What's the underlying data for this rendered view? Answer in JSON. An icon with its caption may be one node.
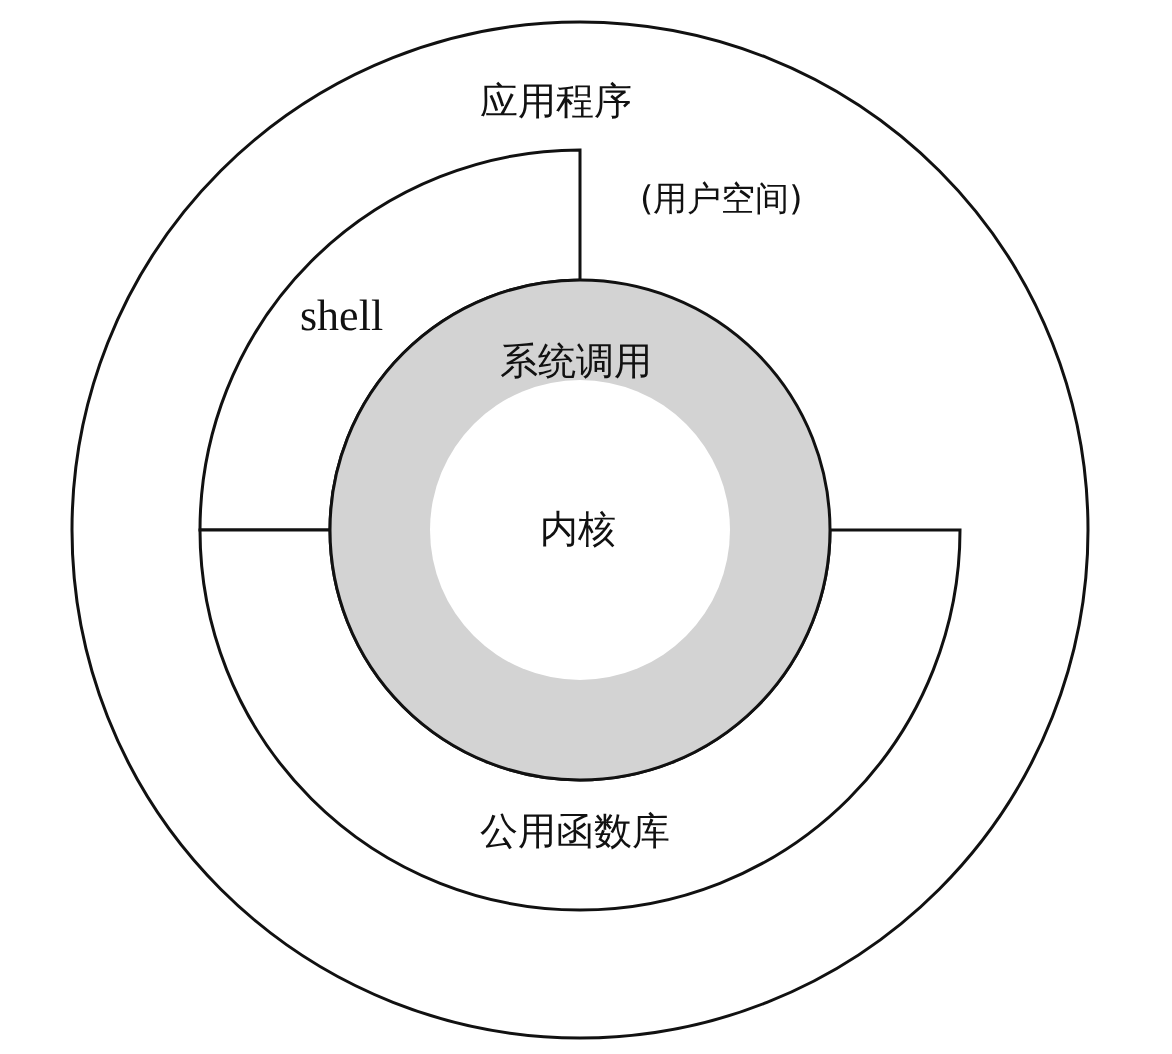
{
  "diagram": {
    "nodes": [
      {
        "text": [
          "应用程序",
          "(用户空间)"
        ]
      },
      {
        "text": [
          "shell"
        ],
        "in": 0
      },
      {
        "text": [
          "公用函数库"
        ],
        "in": 0
      },
      {
        "text": [
          "系统调用"
        ],
        "in": 0
      },
      {
        "text": [
          "内核"
        ],
        "in": 3
      }
    ]
  }
}
